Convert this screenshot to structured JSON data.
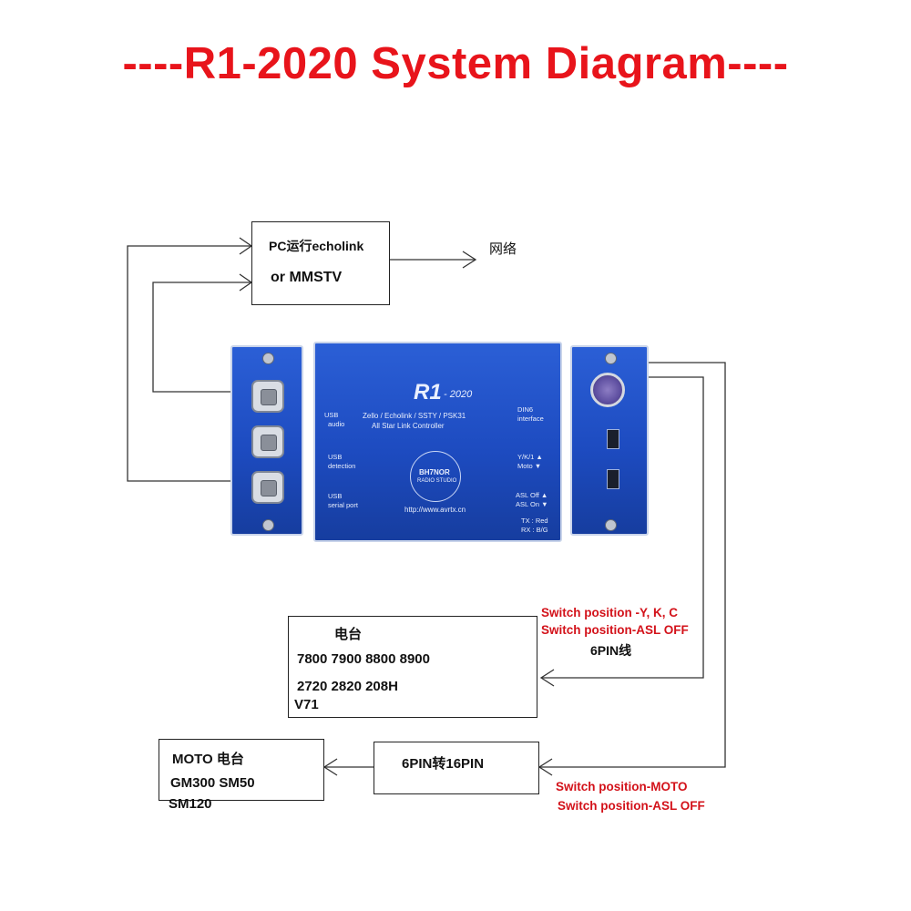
{
  "title": "----R1-2020 System Diagram----",
  "pc_box": {
    "line1": "PC运行echolink",
    "line2": "or  MMSTV"
  },
  "network_label": "网络",
  "device": {
    "brand": "R1",
    "model": "- 2020",
    "subtitle1": "Zello / Echolink / SSTY / PSK31",
    "subtitle2": "All Star Link  Controller",
    "usb_audio": [
      "USB",
      "audio"
    ],
    "usb_detection": [
      "USB",
      "detection"
    ],
    "usb_serial": [
      "USB",
      "serial port"
    ],
    "din6": [
      "DIN6",
      "interface"
    ],
    "switch1": [
      "Y/K/1 ▲",
      "Moto ▼"
    ],
    "switch2": [
      "ASL Off ▲",
      "ASL On ▼"
    ],
    "led": [
      "TX : Red",
      "RX : B/G"
    ],
    "url": "http://www.avrtx.cn",
    "badge": [
      "BH7NOR",
      "RADIO STUDIO"
    ]
  },
  "radio_box": {
    "header": "电台",
    "line1": "7800 7900 8800 8900",
    "line2": "2720  2820  208H",
    "line3": "V71"
  },
  "switch_note_1": [
    "Switch position -Y, K, C",
    "Switch position-ASL OFF"
  ],
  "cable_label": "6PIN线",
  "converter_box": "6PIN转16PIN",
  "moto_box": {
    "line1": "MOTO 电台",
    "line2": "GM300 SM50",
    "line3": "SM120"
  },
  "switch_note_2": [
    "Switch position-MOTO",
    "Switch position-ASL OFF"
  ],
  "colors": {
    "title": "#e8141b",
    "note": "#d3121a",
    "device": "#1d4bc0"
  }
}
